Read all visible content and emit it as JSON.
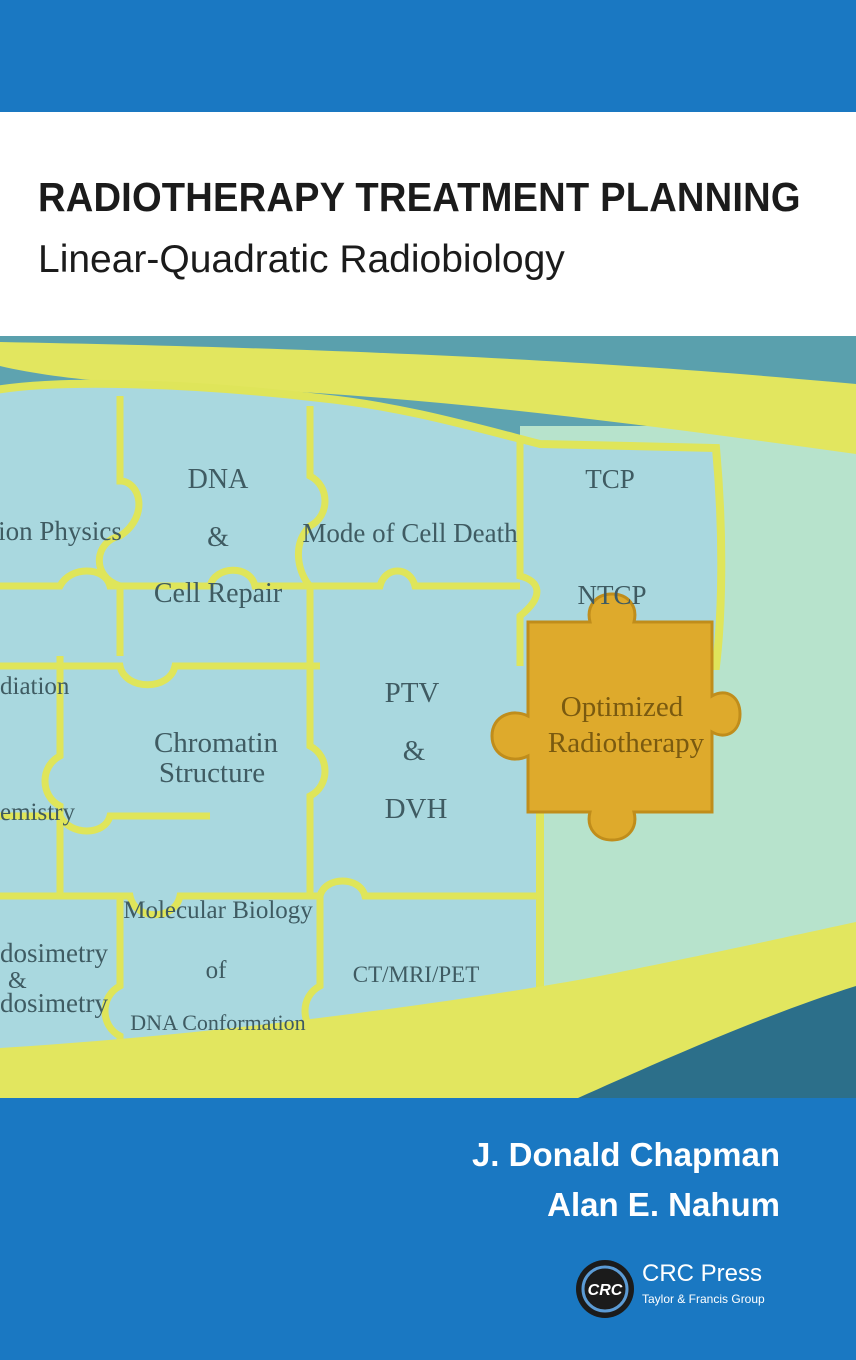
{
  "book": {
    "title": "RADIOTHERAPY TREATMENT PLANNING",
    "subtitle": "Linear-Quadratic Radiobiology",
    "authors": [
      "J. Donald Chapman",
      "Alan E. Nahum"
    ]
  },
  "puzzle": {
    "pieces": [
      {
        "lines": [
          "ion Physics"
        ]
      },
      {
        "lines": [
          "DNA",
          "&",
          "Cell Repair"
        ]
      },
      {
        "lines": [
          "Mode of Cell Death"
        ]
      },
      {
        "lines": [
          "TCP",
          "NTCP"
        ]
      },
      {
        "lines": [
          "diation"
        ]
      },
      {
        "lines": [
          "Chromatin",
          "Structure"
        ]
      },
      {
        "lines": [
          "PTV",
          "&",
          "DVH"
        ]
      },
      {
        "lines": [
          "emistry"
        ]
      },
      {
        "lines": [
          "Molecular Biology",
          "of",
          "DNA Conformation"
        ]
      },
      {
        "lines": [
          "dosimetry",
          "&",
          "dosimetry"
        ]
      },
      {
        "lines": [
          "CT/MRI/PET"
        ]
      }
    ],
    "highlight_piece": {
      "lines": [
        "Optimized",
        "Radiotherapy"
      ]
    }
  },
  "publisher": {
    "logo_text": "CRC",
    "name": "CRC Press",
    "group": "Taylor & Francis Group"
  },
  "colors": {
    "brand_blue": "#1a78c2",
    "puzzle_teal": "#a9d8df",
    "outline_yellow": "#dfe55a",
    "gold_piece": "#deaa2c"
  }
}
